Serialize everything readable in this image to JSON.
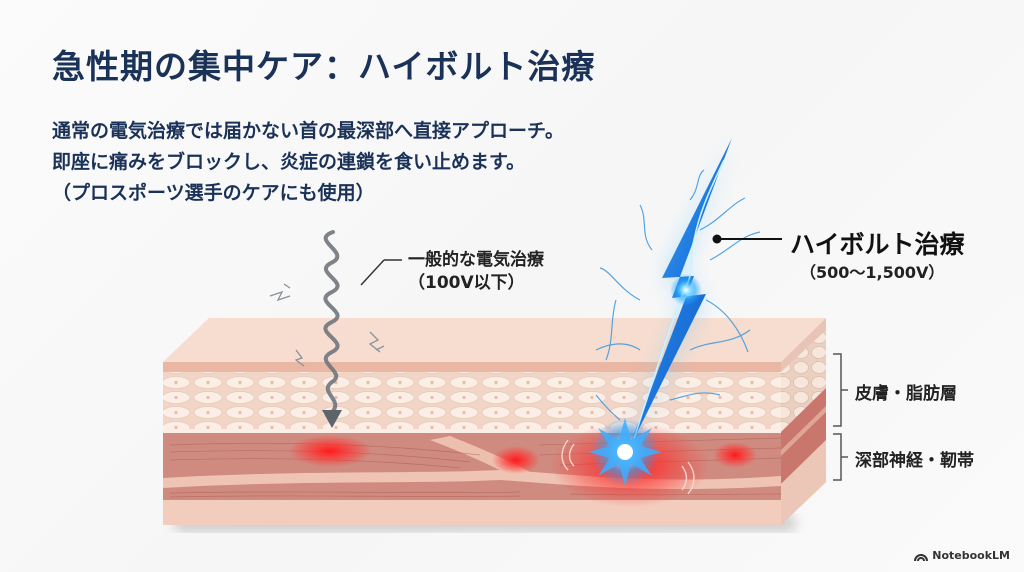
{
  "slide": {
    "title": "急性期の集中ケア：ハイボルト治療",
    "subtitle_lines": [
      "通常の電気治療では届かない首の最深部へ直接アプローチ。",
      "即座に痛みをブロックし、炎症の連鎖を食い止めます。",
      "（プロスポーツ選手のケアにも使用）"
    ]
  },
  "diagram": {
    "conventional": {
      "label": "一般的な電気治療",
      "voltage": "（100V以下）",
      "icon": "wavy-arrow-icon",
      "color": "#7d8388"
    },
    "high_voltage": {
      "label": "ハイボルト治療",
      "voltage": "（500〜1,500V）",
      "icon": "lightning-bolt-icon",
      "color": "#1f7ee6"
    },
    "layers": [
      {
        "label": "皮膚・脂肪層",
        "color": "#f6dccd"
      },
      {
        "label": "深部神経・靭帯",
        "color": "#d48a80"
      }
    ],
    "inflammation_color": "#ff2a2a"
  },
  "brand": {
    "name": "NotebookLM",
    "icon": "notebooklm-logo-icon"
  }
}
